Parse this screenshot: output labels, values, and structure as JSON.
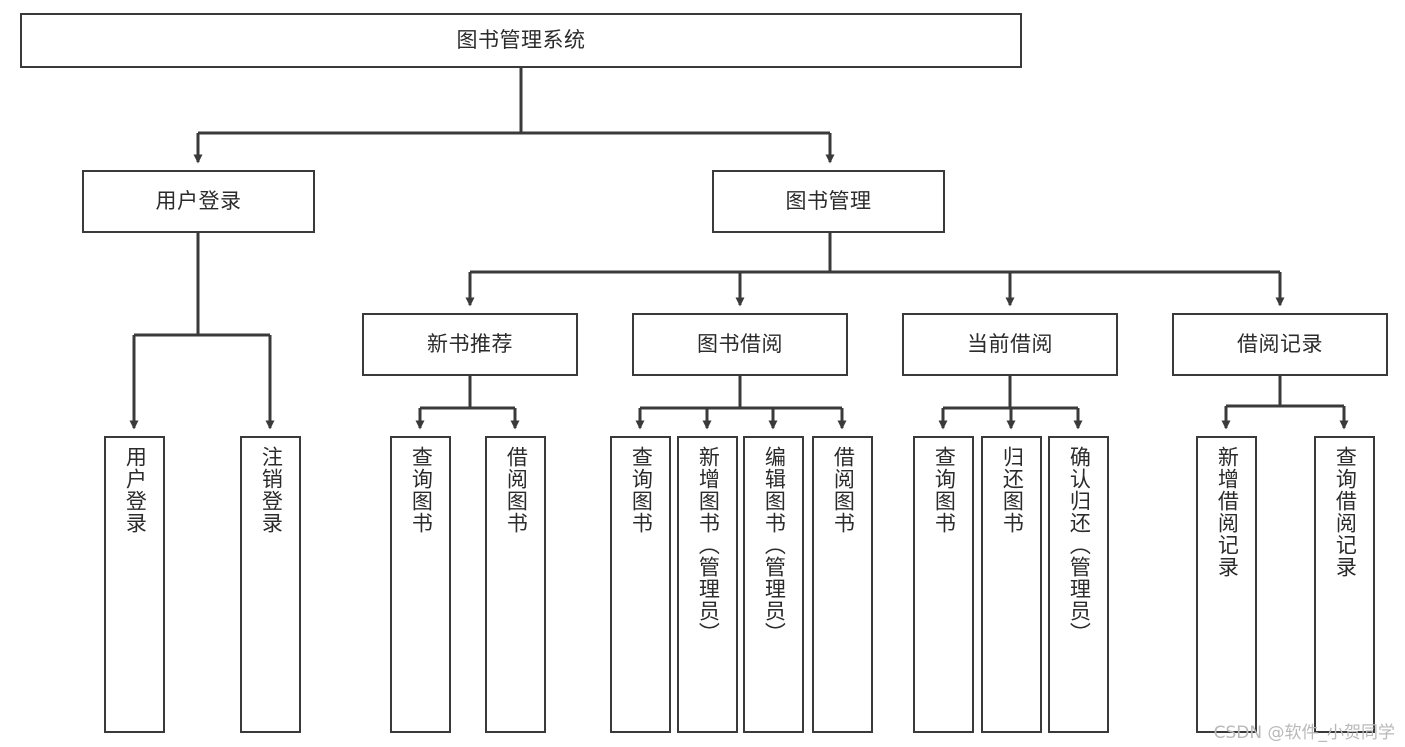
{
  "diagram": {
    "type": "tree-hierarchy-chart",
    "title": "图书管理系统",
    "watermark": "CSDN @软件_小贺同学",
    "colors": {
      "border": "#3a3a3a",
      "text": "#2b2b2b",
      "background": "#ffffff",
      "edge": "#3a3a3a",
      "watermark": "#b9b9b9"
    },
    "nodes": {
      "root": {
        "label": "图书管理系统"
      },
      "level2": [
        {
          "label": "用户登录"
        },
        {
          "label": "图书管理"
        }
      ],
      "level3": [
        {
          "label": "新书推荐"
        },
        {
          "label": "图书借阅"
        },
        {
          "label": "当前借阅"
        },
        {
          "label": "借阅记录"
        }
      ],
      "leaves": {
        "user_login": [
          {
            "label": "用户登录"
          },
          {
            "label": "注销登录"
          }
        ],
        "new_book_recommend": [
          {
            "label": "查询图书"
          },
          {
            "label": "借阅图书"
          }
        ],
        "book_borrow": [
          {
            "label": "查询图书"
          },
          {
            "label": "新增图书（管理员）"
          },
          {
            "label": "编辑图书（管理员）"
          },
          {
            "label": "借阅图书"
          }
        ],
        "current_borrow": [
          {
            "label": "查询图书"
          },
          {
            "label": "归还图书"
          },
          {
            "label": "确认归还（管理员）"
          }
        ],
        "borrow_record": [
          {
            "label": "新增借阅记录"
          },
          {
            "label": "查询借阅记录"
          }
        ]
      }
    }
  }
}
